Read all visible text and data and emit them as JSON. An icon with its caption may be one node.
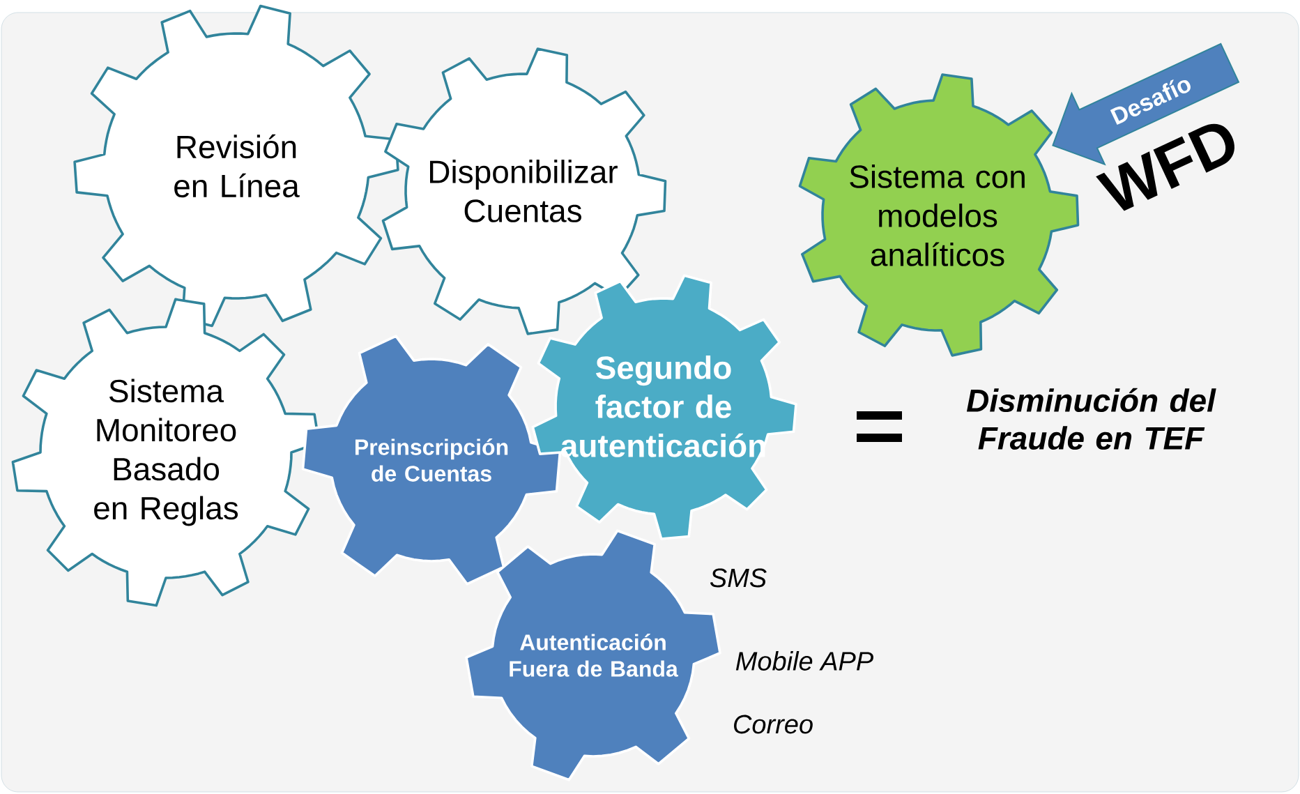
{
  "diagram": {
    "nodes": [
      {
        "text": [
          "Revisión en Línea"
        ]
      },
      {
        "text": [
          "Disponibilizar Cuentas"
        ]
      },
      {
        "text": [
          "Sistema con modelos analíticos"
        ]
      },
      {
        "text": [
          "Desafío"
        ]
      },
      {
        "text": [
          "Sistema Monitoreo Basado en Reglas"
        ]
      },
      {
        "text": [
          "Preinscripción de Cuentas"
        ]
      },
      {
        "text": [
          "Segundo factor de autenticación"
        ]
      },
      {
        "text": [
          "Autenticación Fuera de Banda"
        ]
      }
    ],
    "labels": [
      "WFD",
      "Disminución del Fraude en TEF",
      "SMS",
      "Mobile APP",
      "Correo"
    ]
  }
}
